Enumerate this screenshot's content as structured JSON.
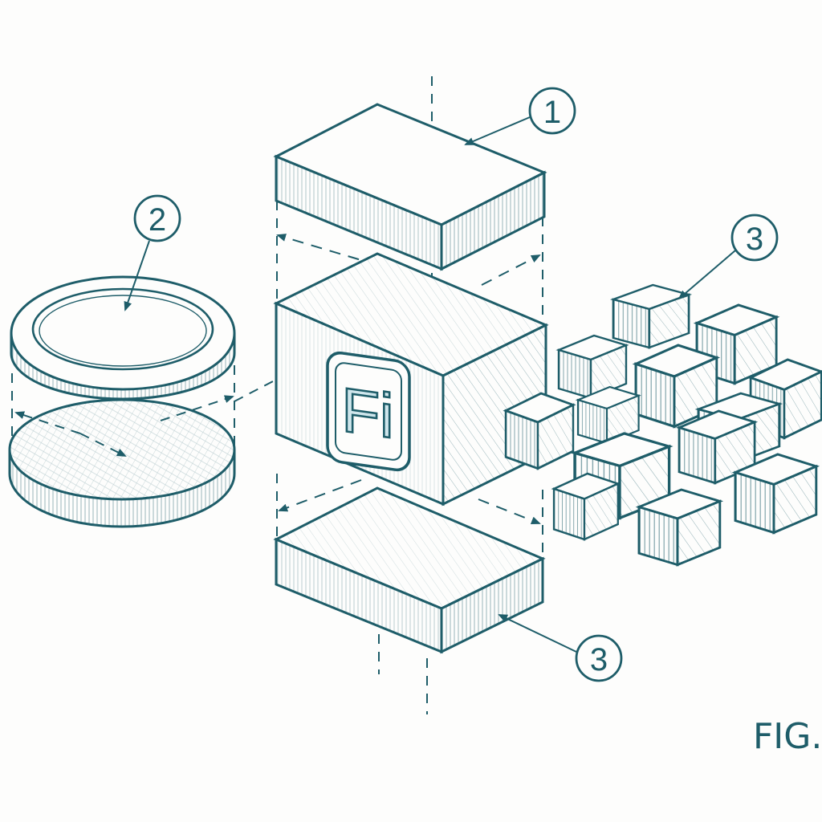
{
  "colors": {
    "ink": "#1e5d69",
    "paper": "#fdfdfc",
    "tint": "#cfe6ec"
  },
  "logo": {
    "text": "Fi"
  },
  "callouts": [
    {
      "label": "1",
      "target": "top-plate"
    },
    {
      "label": "2",
      "target": "ring-disc"
    },
    {
      "label": "3",
      "target": "cube-cluster"
    },
    {
      "label": "3",
      "target": "bottom-plate"
    }
  ],
  "figure_label": "FIG."
}
